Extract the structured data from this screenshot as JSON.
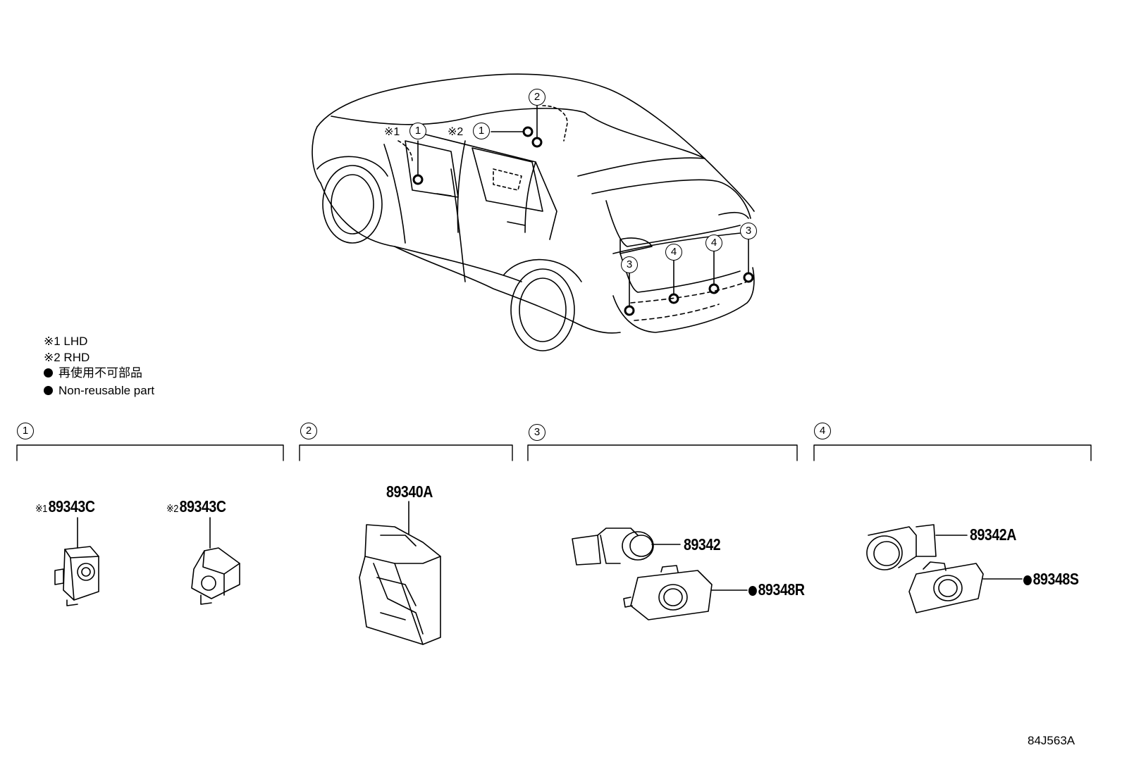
{
  "legend": {
    "note1": "※1  LHD",
    "note2": "※2  RHD",
    "nonreusable_jp": "再使用不可部品",
    "nonreusable_en": "Non-reusable part"
  },
  "car_callouts": {
    "mark1": "※1",
    "mark2": "※2",
    "c1a": "1",
    "c1b": "1",
    "c2": "2",
    "c3a": "3",
    "c3b": "3",
    "c4a": "4",
    "c4b": "4"
  },
  "groups": [
    {
      "id": "1"
    },
    {
      "id": "2"
    },
    {
      "id": "3"
    },
    {
      "id": "4"
    }
  ],
  "parts": {
    "p1_lhd": {
      "mark": "※1",
      "number": "89343C"
    },
    "p1_rhd": {
      "mark": "※2",
      "number": "89343C"
    },
    "p2": {
      "number": "89340A"
    },
    "p3_sensor": {
      "number": "89342"
    },
    "p3_retainer": {
      "number": "89348R"
    },
    "p4_sensor": {
      "number": "89342A"
    },
    "p4_retainer": {
      "number": "89348S"
    }
  },
  "drawing_code": "84J563A"
}
